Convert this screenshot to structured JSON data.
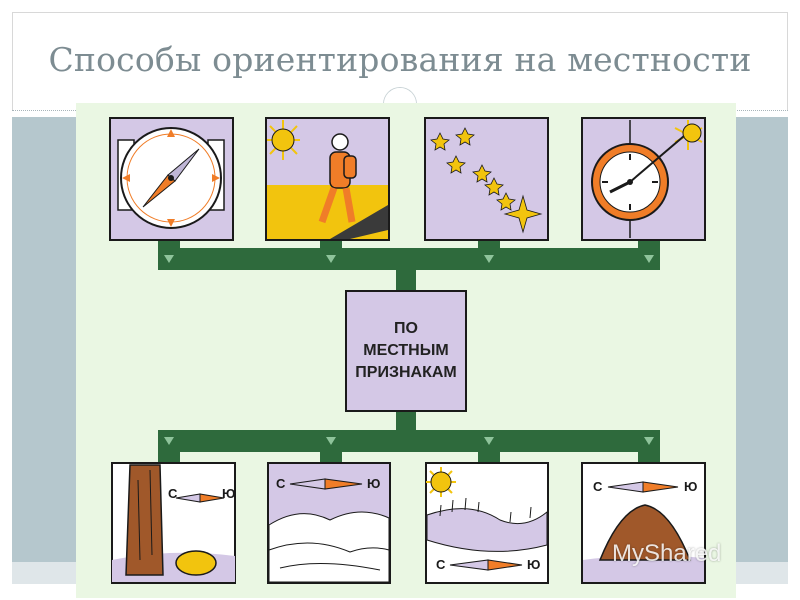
{
  "slide": {
    "title": "Способы ориентирования на местности"
  },
  "center": {
    "lines": [
      "ПО",
      "МЕСТНЫМ",
      "ПРИЗНАКАМ"
    ]
  },
  "panels": {
    "top": [
      {
        "icon": "compass-icon"
      },
      {
        "icon": "sun-hiker-icon"
      },
      {
        "icon": "star-constellation-icon"
      },
      {
        "icon": "watch-sun-icon"
      }
    ],
    "bottom": [
      {
        "icon": "tree-stump-icon",
        "north_label": "С",
        "south_label": "Ю"
      },
      {
        "icon": "snow-dunes-icon",
        "north_label": "С",
        "south_label": "Ю"
      },
      {
        "icon": "sun-slope-icon",
        "north_label": "С",
        "south_label": "Ю"
      },
      {
        "icon": "anthill-icon",
        "north_label": "С",
        "south_label": "Ю"
      }
    ]
  },
  "watermark": {
    "text": "MyShared"
  },
  "colors": {
    "connector": "#2e6a3c",
    "panel_frame": "#1a1a1a",
    "panel_fill": "#d4c8e6",
    "accent_orange": "#f07d28",
    "sun_yellow": "#f2c40e",
    "board_bg": "#eaf7e3"
  }
}
